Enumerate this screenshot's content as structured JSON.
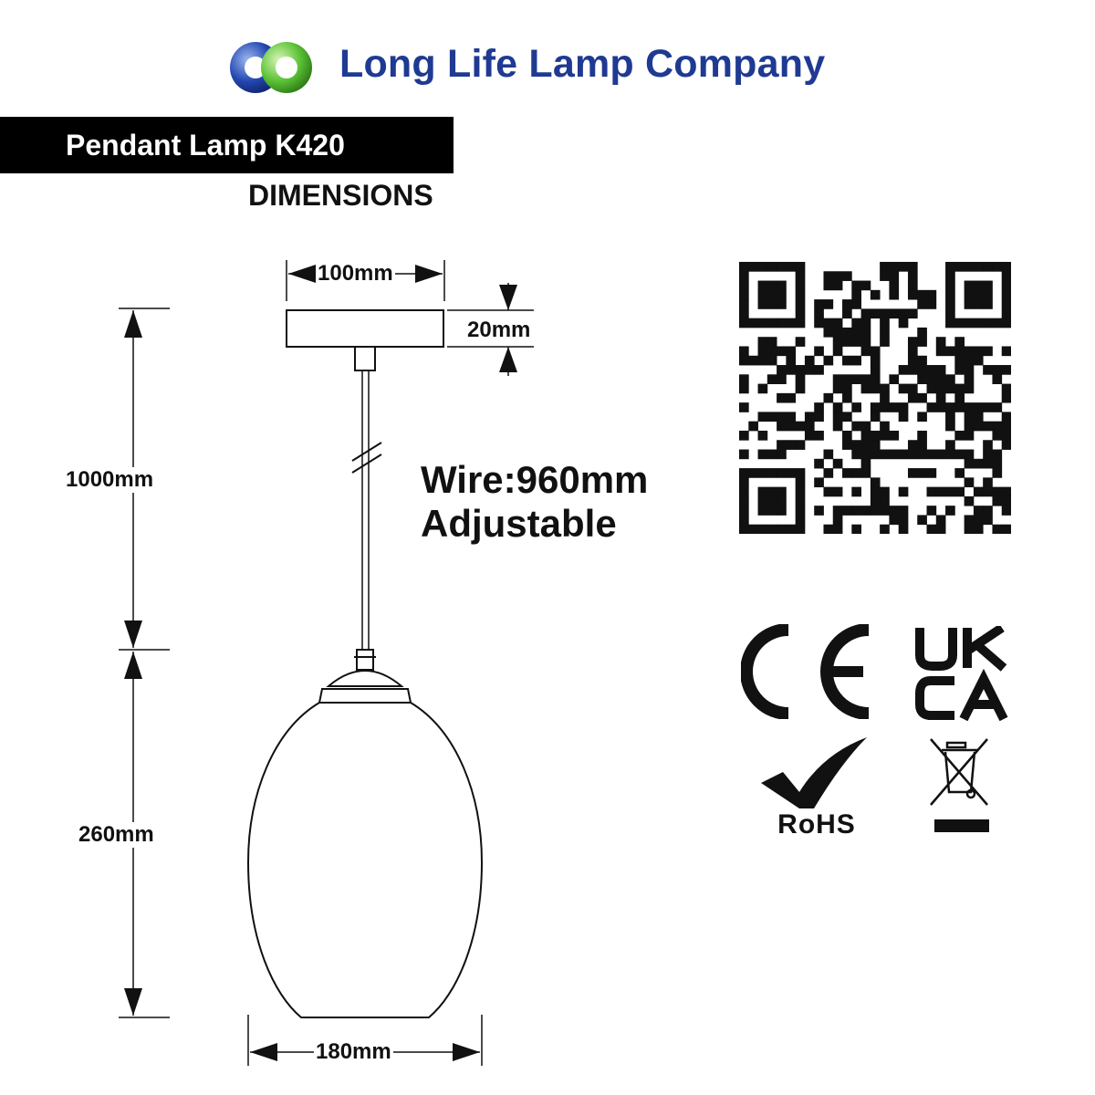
{
  "brand": {
    "name": "Long Life Lamp Company",
    "logo_icon": "linked-rings-logo",
    "colors": {
      "text": "#1f3a93",
      "ring_blue": "#1f3a93",
      "ring_green": "#4caf50"
    }
  },
  "product": {
    "title": "Pendant Lamp K420",
    "subtitle": "DIMENSIONS"
  },
  "dimensions": {
    "canopy_width": "100mm",
    "canopy_height": "20mm",
    "total_drop": "1000mm",
    "shade_height": "260mm",
    "shade_width": "180mm"
  },
  "wire_note": {
    "line1": "Wire:960mm",
    "line2": "Adjustable"
  },
  "qr_code": {
    "icon": "qr-code"
  },
  "certifications": {
    "ce": "CE",
    "ukca_line1": "UK",
    "ukca_line2": "CA",
    "rohs": "RoHS",
    "weee_icon": "crossed-out-wheelie-bin-icon"
  }
}
